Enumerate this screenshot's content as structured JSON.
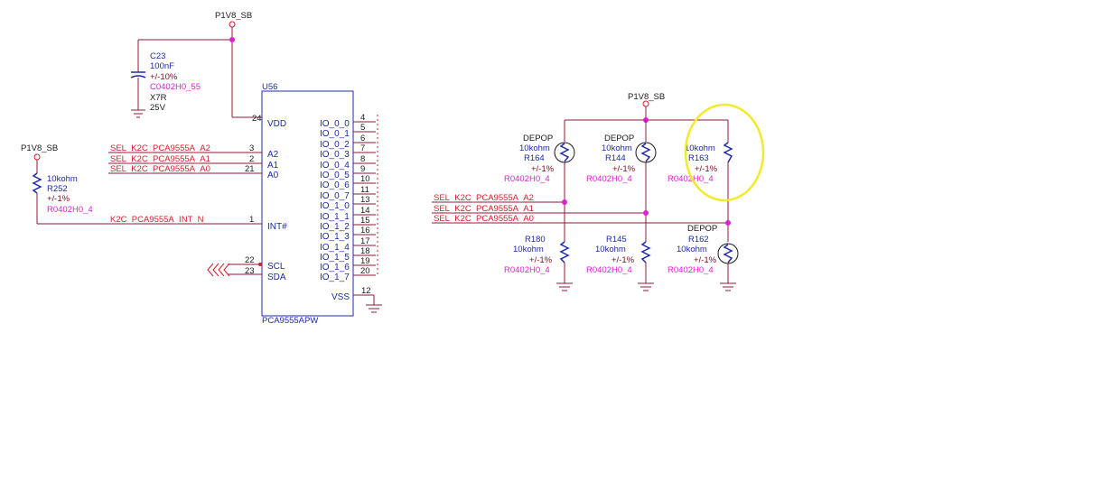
{
  "power": {
    "top": "P1V8_SB",
    "left": "P1V8_SB",
    "right": "P1V8_SB"
  },
  "c23": {
    "ref": "C23",
    "value": "100nF",
    "tol": "+/-10%",
    "footprint": "C0402H0_55",
    "dielectric": "X7R",
    "voltage": "25V"
  },
  "u56": {
    "ref": "U56",
    "part_partial": "PCA9555APW",
    "vdd": "VDD",
    "vss": "VSS",
    "a2": "A2",
    "a1": "A1",
    "a0": "A0",
    "int": "INT#",
    "scl": "SCL",
    "sda": "SDA",
    "vdd_pin": "24",
    "vss_pin": "12",
    "a2_pin": "3",
    "a1_pin": "2",
    "a0_pin": "21",
    "int_pin": "1",
    "scl_pin": "22",
    "sda_pin": "23",
    "io_pins": [
      "IO_0_0",
      "IO_0_1",
      "IO_0_2",
      "IO_0_3",
      "IO_0_4",
      "IO_0_5",
      "IO_0_6",
      "IO_0_7",
      "IO_1_0",
      "IO_1_1",
      "IO_1_2",
      "IO_1_3",
      "IO_1_4",
      "IO_1_5",
      "IO_1_6",
      "IO_1_7"
    ],
    "io_nums": [
      "4",
      "5",
      "6",
      "7",
      "8",
      "9",
      "10",
      "11",
      "13",
      "14",
      "15",
      "16",
      "17",
      "18",
      "19",
      "20"
    ]
  },
  "nets": {
    "a2": "SEL_K2C_PCA9555A_A2",
    "a1": "SEL_K2C_PCA9555A_A1",
    "a0": "SEL_K2C_PCA9555A_A0",
    "int": "K2C_PCA9555A_INT_N"
  },
  "r252": {
    "value": "10kohm",
    "ref": "R252",
    "tol": "+/-1%",
    "footprint": "R0402H0_4"
  },
  "pullups": [
    {
      "depop": "DEPOP",
      "value": "10kohm",
      "ref": "R164",
      "tol": "+/-1%",
      "footprint": "R0402H0_4"
    },
    {
      "depop": "DEPOP",
      "value": "10kohm",
      "ref": "R144",
      "tol": "+/-1%",
      "footprint": "R0402H0_4"
    },
    {
      "depop": "",
      "value": "10kohm",
      "ref": "R163",
      "tol": "+/-1%",
      "footprint": "R0402H0_4"
    }
  ],
  "pulldowns": [
    {
      "depop": "",
      "ref": "R180",
      "value": "10kohm",
      "tol": "+/-1%",
      "footprint": "R0402H0_4"
    },
    {
      "depop": "",
      "ref": "R145",
      "value": "10kohm",
      "tol": "+/-1%",
      "footprint": "R0402H0_4"
    },
    {
      "depop": "DEPOP",
      "ref": "R162",
      "value": "10kohm",
      "tol": "+/-1%",
      "footprint": "R0402H0_4"
    }
  ],
  "colors": {
    "wire": "#8b1a3a",
    "net_label": "#d41f2b",
    "ref_text": "#1f2aa8",
    "footprint": "#e020d0",
    "junction": "#e020d0",
    "highlight": "#f2ea2a"
  }
}
